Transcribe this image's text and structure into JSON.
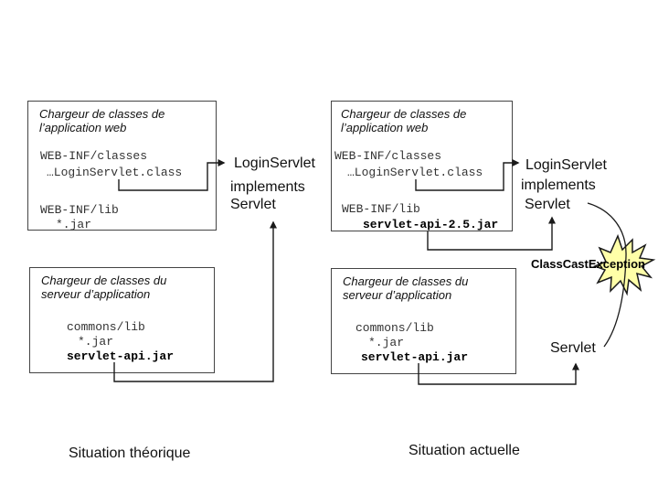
{
  "colors": {
    "starburst_fill": "#ffffa8",
    "line": "#1a1a1a",
    "box_border": "#444444"
  },
  "left": {
    "caption": "Situation théorique",
    "webapp_box": {
      "title": [
        "Chargeur de classes de",
        "l’application web"
      ],
      "entries": [
        "WEB-INF/classes",
        "…LoginServlet.class",
        "WEB-INF/lib",
        "*.jar"
      ]
    },
    "server_box": {
      "title": [
        "Chargeur de classes du",
        "serveur d’application"
      ],
      "entries": [
        "commons/lib",
        "*.jar",
        "servlet-api.jar"
      ]
    },
    "labels": {
      "login_servlet": "LoginServlet",
      "implements": "implements",
      "servlet": "Servlet"
    }
  },
  "right": {
    "caption": "Situation actuelle",
    "webapp_box": {
      "title": [
        "Chargeur de classes de",
        "l’application web"
      ],
      "entries": [
        "WEB-INF/classes",
        "…LoginServlet.class",
        "WEB-INF/lib",
        "servlet-api-2.5.jar"
      ]
    },
    "server_box": {
      "title": [
        "Chargeur de classes du",
        "serveur d’application"
      ],
      "entries": [
        "commons/lib",
        "*.jar",
        "servlet-api.jar"
      ]
    },
    "labels": {
      "login_servlet": "LoginServlet",
      "implements": "implements",
      "servlet": "Servlet",
      "servlet_lower": "Servlet",
      "exception": "ClassCastException"
    }
  }
}
